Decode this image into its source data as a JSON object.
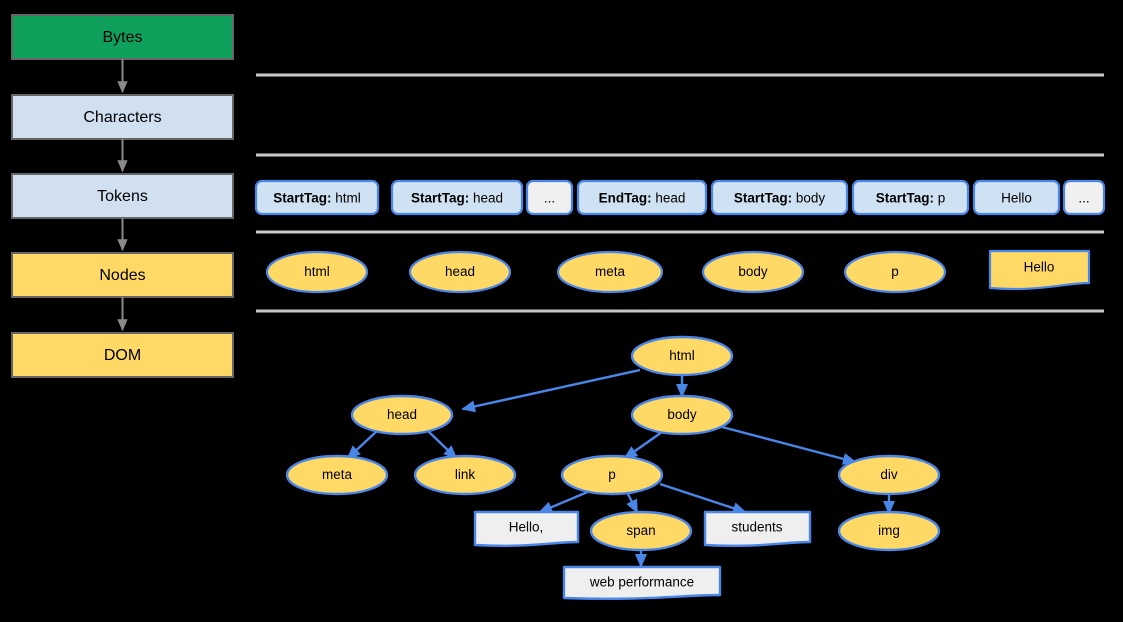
{
  "colors": {
    "background": "#000000",
    "green": "#0fa15c",
    "light_blue_fill": "#d0e0f0",
    "yellow_fill": "#ffd966",
    "box_stroke_gray": "#666666",
    "arrow_gray": "#808080",
    "token_fill": "#cfe2f3",
    "token_ellipsis_fill": "#f0f0f0",
    "token_stroke": "#3d85c6",
    "node_stroke": "#4a86e8",
    "text_node_fill": "#efefef",
    "separator": "#c8c8c8",
    "text": "#000000"
  },
  "pipeline": {
    "name": "parsing-pipeline",
    "steps": [
      {
        "label": "Bytes",
        "fill": "#0fa15c"
      },
      {
        "label": "Characters",
        "fill": "#d0e0f0"
      },
      {
        "label": "Tokens",
        "fill": "#d0e0f0"
      },
      {
        "label": "Nodes",
        "fill": "#ffd966"
      },
      {
        "label": "DOM",
        "fill": "#ffd966"
      }
    ]
  },
  "tokens": {
    "name": "token-stream",
    "items": [
      {
        "bold": "StartTag:",
        "rest": " html",
        "kind": "token"
      },
      {
        "bold": "StartTag:",
        "rest": " head",
        "kind": "token"
      },
      {
        "bold": "",
        "rest": "...",
        "kind": "ellipsis"
      },
      {
        "bold": "EndTag:",
        "rest": " head",
        "kind": "token"
      },
      {
        "bold": "StartTag:",
        "rest": " body",
        "kind": "token"
      },
      {
        "bold": "StartTag:",
        "rest": " p",
        "kind": "token"
      },
      {
        "bold": "",
        "rest": "Hello",
        "kind": "token"
      },
      {
        "bold": "",
        "rest": "...",
        "kind": "ellipsis"
      }
    ]
  },
  "nodes": {
    "name": "node-list",
    "items": [
      {
        "label": "html",
        "shape": "ellipse"
      },
      {
        "label": "head",
        "shape": "ellipse"
      },
      {
        "label": "meta",
        "shape": "ellipse"
      },
      {
        "label": "body",
        "shape": "ellipse"
      },
      {
        "label": "p",
        "shape": "ellipse"
      },
      {
        "label": "Hello",
        "shape": "document"
      }
    ]
  },
  "dom_tree": {
    "name": "dom-tree",
    "nodes": [
      {
        "id": "html",
        "label": "html",
        "shape": "ellipse"
      },
      {
        "id": "head",
        "label": "head",
        "shape": "ellipse"
      },
      {
        "id": "body",
        "label": "body",
        "shape": "ellipse"
      },
      {
        "id": "meta",
        "label": "meta",
        "shape": "ellipse"
      },
      {
        "id": "link",
        "label": "link",
        "shape": "ellipse"
      },
      {
        "id": "p",
        "label": "p",
        "shape": "ellipse"
      },
      {
        "id": "div",
        "label": "div",
        "shape": "ellipse"
      },
      {
        "id": "hello",
        "label": "Hello,",
        "shape": "document"
      },
      {
        "id": "span",
        "label": "span",
        "shape": "ellipse"
      },
      {
        "id": "students",
        "label": "students",
        "shape": "document"
      },
      {
        "id": "img",
        "label": "img",
        "shape": "ellipse"
      },
      {
        "id": "webperf",
        "label": "web performance",
        "shape": "document"
      }
    ],
    "edges": [
      {
        "from": "html",
        "to": "head"
      },
      {
        "from": "html",
        "to": "body"
      },
      {
        "from": "head",
        "to": "meta"
      },
      {
        "from": "head",
        "to": "link"
      },
      {
        "from": "body",
        "to": "p"
      },
      {
        "from": "body",
        "to": "div"
      },
      {
        "from": "p",
        "to": "hello"
      },
      {
        "from": "p",
        "to": "span"
      },
      {
        "from": "p",
        "to": "students"
      },
      {
        "from": "div",
        "to": "img"
      },
      {
        "from": "span",
        "to": "webperf"
      }
    ]
  }
}
